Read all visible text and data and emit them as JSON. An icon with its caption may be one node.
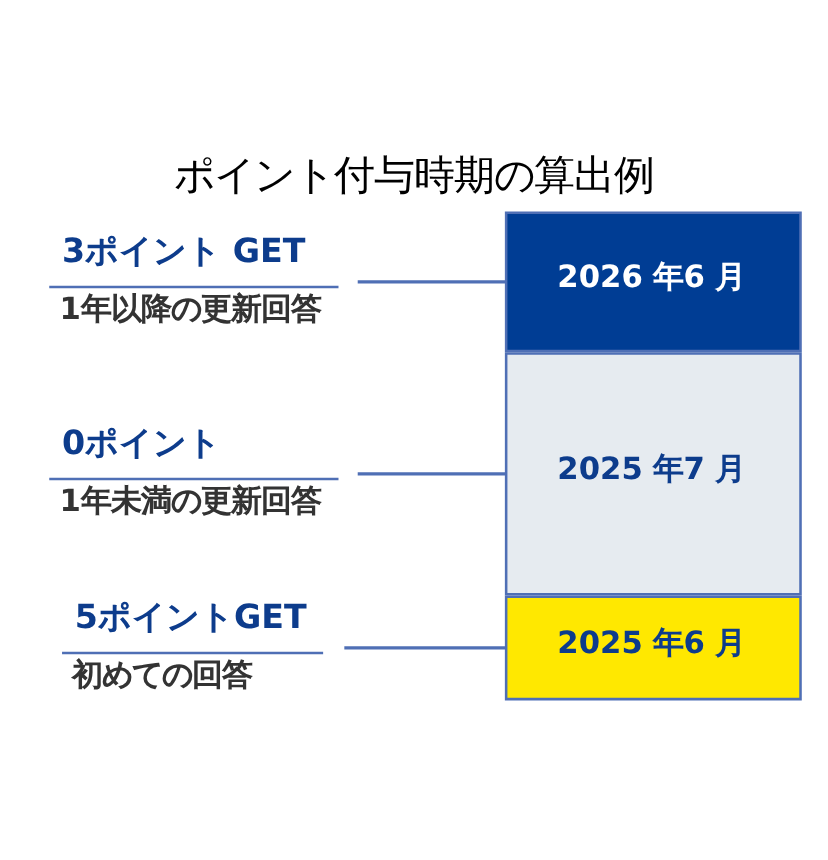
{
  "diagram": {
    "title": "ポイント付与時期の算出例",
    "nodes": [
      {
        "text": [
          "5ポイントGET",
          "初めての回答"
        ]
      },
      {
        "text": [
          "2025 年6 月"
        ]
      },
      {
        "text": [
          "0ポイント",
          "1年未満の更新回答"
        ]
      },
      {
        "text": [
          "2025 年7 月"
        ]
      },
      {
        "text": [
          "3ポイント GET",
          "1年以降の更新回答"
        ]
      },
      {
        "text": [
          "2026 年6 月"
        ]
      }
    ],
    "edges": [
      {
        "from": 0,
        "to": 1,
        "arrow": "none"
      },
      {
        "from": 2,
        "to": 3,
        "arrow": "none"
      },
      {
        "from": 4,
        "to": 5,
        "arrow": "none"
      }
    ]
  }
}
